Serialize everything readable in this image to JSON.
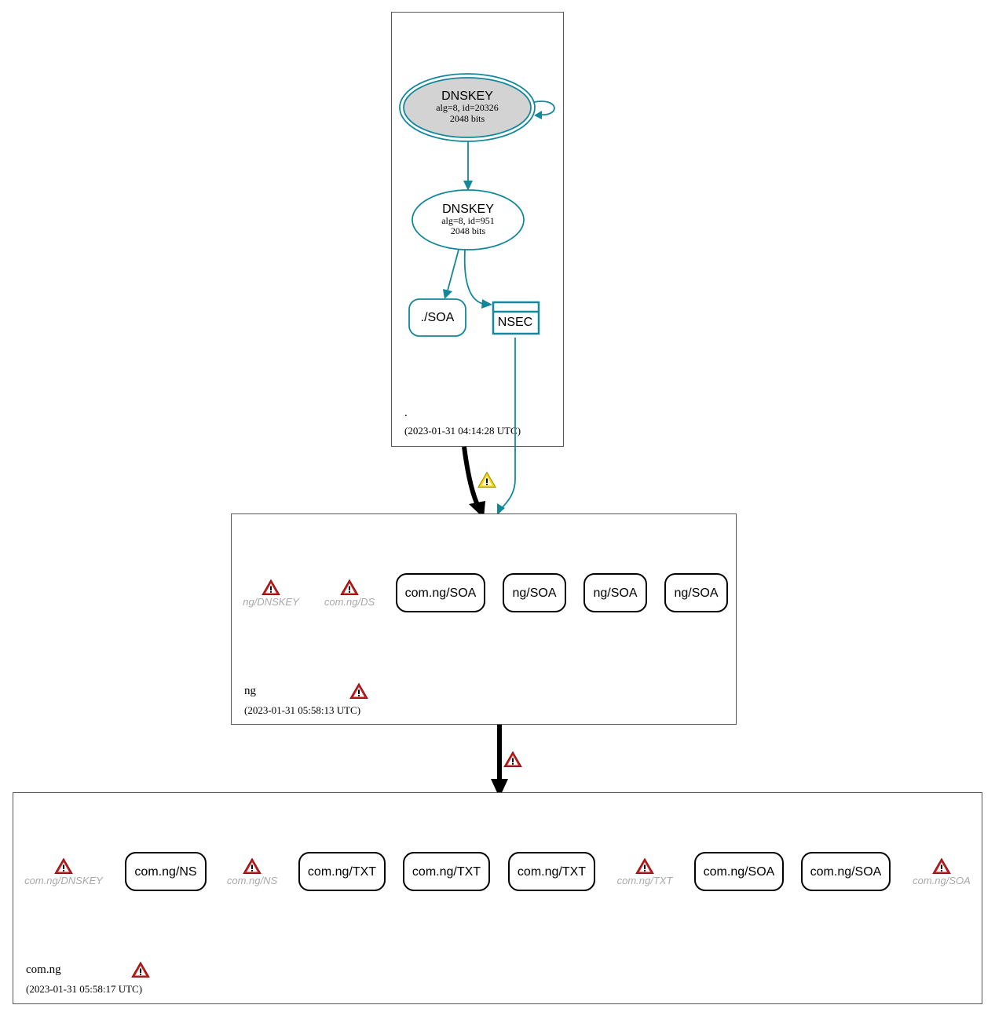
{
  "colors": {
    "secure": "#12889a",
    "error": "#c21d1d",
    "warning": "#f5d200",
    "missing_text": "#a9a9a9",
    "ksk_fill": "#d3d3d3"
  },
  "zones": {
    "root": {
      "name": ".",
      "timestamp": "(2023-01-31 04:14:28 UTC)",
      "ksk": {
        "title": "DNSKEY",
        "detail": "alg=8, id=20326",
        "bits": "2048 bits"
      },
      "zsk": {
        "title": "DNSKEY",
        "detail": "alg=8, id=951",
        "bits": "2048 bits"
      },
      "soa": "./SOA",
      "nsec": "NSEC"
    },
    "ng": {
      "name": "ng",
      "timestamp": "(2023-01-31 05:58:13 UTC)",
      "missing": [
        {
          "label": "ng/DNSKEY",
          "icon": "error-icon"
        },
        {
          "label": "com.ng/DS",
          "icon": "error-icon"
        }
      ],
      "rrsets": [
        "com.ng/SOA",
        "ng/SOA",
        "ng/SOA",
        "ng/SOA"
      ]
    },
    "comng": {
      "name": "com.ng",
      "timestamp": "(2023-01-31 05:58:17 UTC)",
      "missing": [
        {
          "label": "com.ng/DNSKEY",
          "icon": "error-icon"
        },
        {
          "label": "com.ng/NS",
          "icon": "error-icon"
        },
        {
          "label": "com.ng/TXT",
          "icon": "error-icon"
        },
        {
          "label": "com.ng/SOA",
          "icon": "error-icon"
        }
      ],
      "rrsets": [
        "com.ng/NS",
        "com.ng/TXT",
        "com.ng/TXT",
        "com.ng/TXT",
        "com.ng/SOA",
        "com.ng/SOA"
      ]
    }
  },
  "delegations": [
    {
      "from": ".",
      "to": "ng",
      "status_icon": "warning-icon"
    },
    {
      "from": "ng",
      "to": "com.ng",
      "status_icon": "error-icon"
    }
  ]
}
